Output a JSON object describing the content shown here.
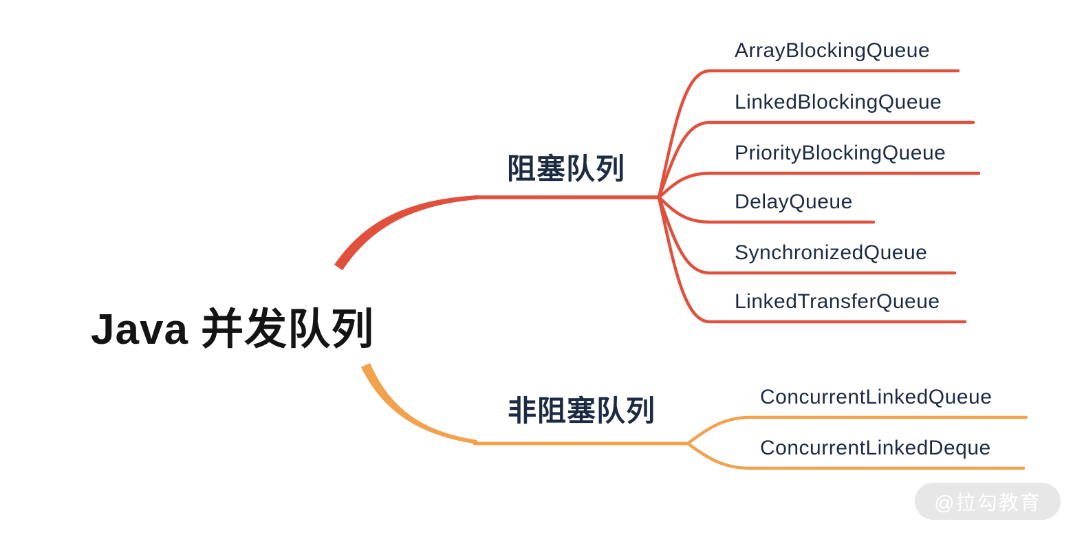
{
  "root": {
    "label": "Java 并发队列"
  },
  "branches": [
    {
      "label": "阻塞队列",
      "color": "#E0503C",
      "children": [
        "ArrayBlockingQueue",
        "LinkedBlockingQueue",
        "PriorityBlockingQueue",
        "DelayQueue",
        "SynchronizedQueue",
        "LinkedTransferQueue"
      ]
    },
    {
      "label": "非阻塞队列",
      "color": "#F2A14C",
      "children": [
        "ConcurrentLinkedQueue",
        "ConcurrentLinkedDeque"
      ]
    }
  ],
  "colors": {
    "blocking_branch": "#E0503C",
    "nonblocking_branch": "#F2A14C",
    "node_text": "#1C2B43",
    "root_text": "#141414",
    "watermark_bg": "#E7E7E7",
    "watermark_text": "#FFFFFF"
  },
  "watermark": {
    "label": "@拉勾教育"
  }
}
